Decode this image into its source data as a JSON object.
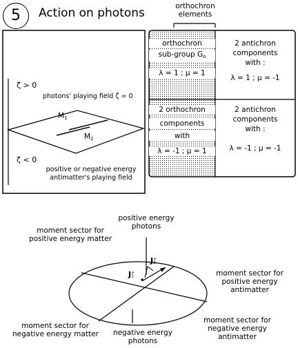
{
  "figure_number": "5",
  "title": "Action on photons",
  "orthochron_header": [
    "orthochron",
    "elements"
  ],
  "quadrants": {
    "top_left": [
      "orthochron",
      "sub-group G",
      "λ = 1 ; μ = 1"
    ],
    "top_left_sub": "o",
    "top_right": [
      "2 antichron",
      "components",
      "with :",
      "λ = 1 ; μ = -1"
    ],
    "bottom_left": [
      "2 orthochron",
      "components",
      "with",
      "λ = -1 ; μ = 1"
    ],
    "bottom_right": [
      "2 antichron",
      "components",
      "with :",
      "λ = -1 ; μ = -1"
    ]
  },
  "plane_panel": {
    "zeta_pos": "ζ > 0",
    "zeta_neg": "ζ < 0",
    "photons_field": "photons' playing field ζ = 0",
    "m1": "M",
    "m1_sub": "1",
    "m2": "M",
    "m2_sub": "2",
    "antimatter_field": [
      "positive or negative energy",
      "antimatter's playing field"
    ]
  },
  "momentum_diagram": {
    "positive_photons": [
      "positive energy",
      "photons"
    ],
    "negative_photons": [
      "negative energy",
      "photons"
    ],
    "pos_matter": [
      "moment sector for",
      "positive energy matter"
    ],
    "neg_matter": [
      "moment sector for",
      "negative energy matter"
    ],
    "pos_antimatter": [
      "moment sector for",
      "positive energy",
      "antimatter"
    ],
    "neg_antimatter": [
      "moment sector for",
      "negative energy",
      "antimatter"
    ],
    "j1": "J",
    "j1_sup": "+",
    "j1_sub": "1",
    "j2": "J",
    "j2_sup": "+",
    "j2_sub": "2"
  }
}
